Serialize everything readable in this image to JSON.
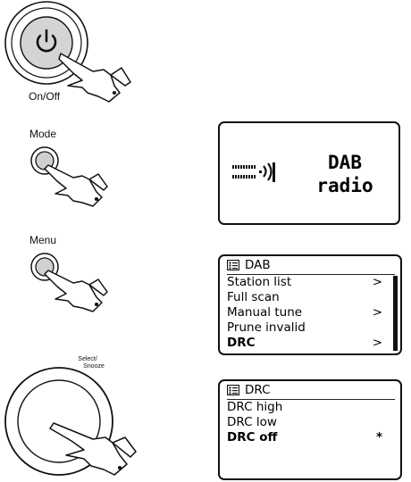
{
  "steps": {
    "power": {
      "label": "On/Off"
    },
    "mode": {
      "label": "Mode"
    },
    "menu": {
      "label": "Menu"
    },
    "select": {
      "label_line1": "Select/",
      "label_line2": "Snooze"
    }
  },
  "screens": {
    "dab_radio": {
      "line1": "DAB",
      "line2": "radio"
    },
    "dab_menu": {
      "header": "DAB",
      "items": [
        {
          "label": "Station list",
          "arrow": ">"
        },
        {
          "label": "Full scan",
          "arrow": ""
        },
        {
          "label": "Manual tune",
          "arrow": ">"
        },
        {
          "label": "Prune invalid",
          "arrow": ""
        },
        {
          "label": "DRC",
          "arrow": ">"
        }
      ]
    },
    "drc_menu": {
      "header": "DRC",
      "items": [
        {
          "label": "DRC high",
          "mark": ""
        },
        {
          "label": "DRC low",
          "mark": ""
        },
        {
          "label": "DRC off",
          "mark": "*"
        }
      ]
    }
  },
  "icons": [
    "power-icon",
    "hand-pointer-icon",
    "signal-icon",
    "menu-list-icon"
  ],
  "colors": {
    "ink": "#111111",
    "button_fill": "#cfcfcf",
    "background": "#ffffff"
  }
}
